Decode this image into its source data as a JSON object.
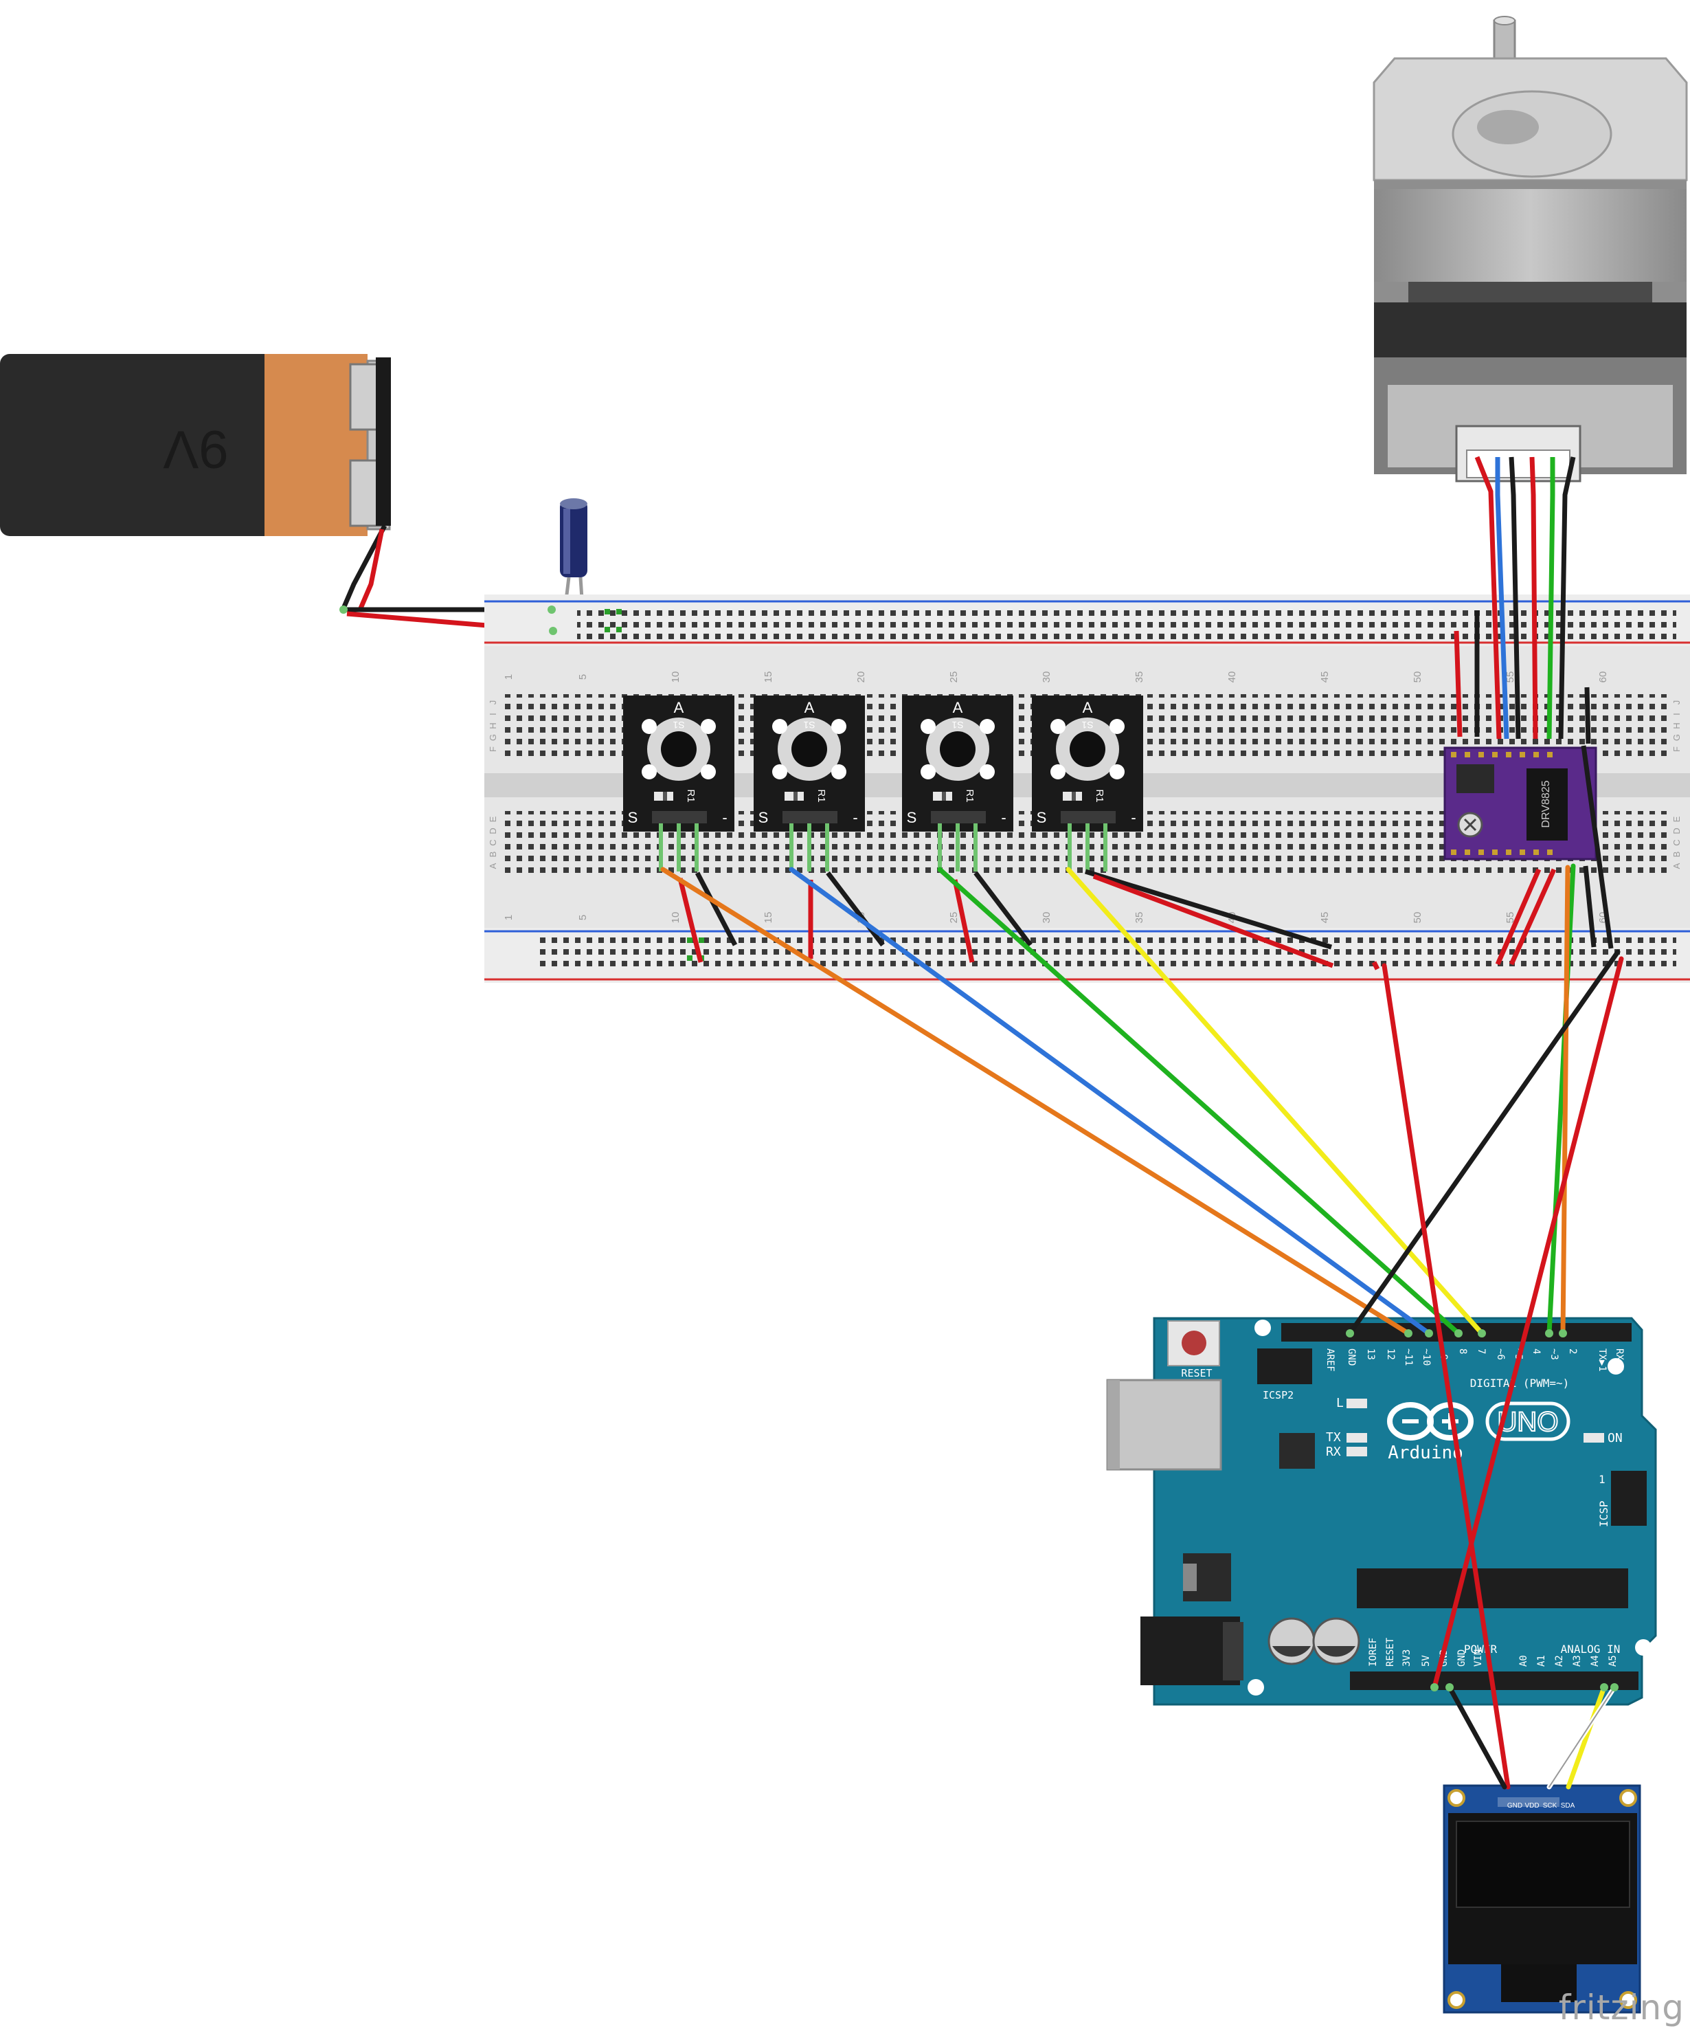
{
  "battery": {
    "label": "9V"
  },
  "motor_driver": {
    "chip_label": "DRV8825"
  },
  "breadboard": {
    "column_numbers": [
      "1",
      "5",
      "10",
      "15",
      "20",
      "25",
      "30",
      "35",
      "40",
      "45",
      "50",
      "55",
      "60"
    ],
    "row_letters_top": [
      "J",
      "I",
      "H",
      "G",
      "F"
    ],
    "row_letters_bottom": [
      "E",
      "D",
      "C",
      "B",
      "A"
    ]
  },
  "buttons": [
    {
      "top_label": "A",
      "part": "S1",
      "resistor": "R1",
      "pin_left": "S",
      "pin_right": "-"
    },
    {
      "top_label": "A",
      "part": "S1",
      "resistor": "R1",
      "pin_left": "S",
      "pin_right": "-"
    },
    {
      "top_label": "A",
      "part": "S1",
      "resistor": "R1",
      "pin_left": "S",
      "pin_right": "-"
    },
    {
      "top_label": "A",
      "part": "S1",
      "resistor": "R1",
      "pin_left": "S",
      "pin_right": "-"
    }
  ],
  "arduino": {
    "brand": "Arduino",
    "model": "UNO",
    "reset_label": "RESET",
    "icsp2_label": "ICSP2",
    "icsp_label": "ICSP",
    "icsp_pin1": "1",
    "led_l": "L",
    "led_tx": "TX",
    "led_rx": "RX",
    "on_label": "ON",
    "digital_label": "DIGITAL (PWM=~)",
    "power_label": "POWER",
    "analog_label": "ANALOG IN",
    "digital_pins": [
      "AREF",
      "GND",
      "13",
      "12",
      "~11",
      "~10",
      "~9",
      "8",
      "7",
      "~6",
      "~5",
      "4",
      "~3",
      "2",
      "TX▶1",
      "RX◀0"
    ],
    "power_pins": [
      "IOREF",
      "RESET",
      "3V3",
      "5V",
      "GND",
      "GND",
      "VIN"
    ],
    "analog_pins": [
      "A0",
      "A1",
      "A2",
      "A3",
      "A4",
      "A5"
    ]
  },
  "oled": {
    "pins": [
      "GND",
      "VDD",
      "SCK",
      "SDA"
    ]
  },
  "watermark": "fritzing",
  "colors": {
    "wire_red": "#d4141c",
    "wire_black": "#1b1b1b",
    "wire_blue": "#2e73d8",
    "wire_green": "#1fb21f",
    "wire_yellow": "#f2ec1a",
    "wire_orange": "#e5771b",
    "wire_white": "#ffffff",
    "arduino_teal": "#167a96",
    "driver_purple": "#5a2a8a"
  }
}
